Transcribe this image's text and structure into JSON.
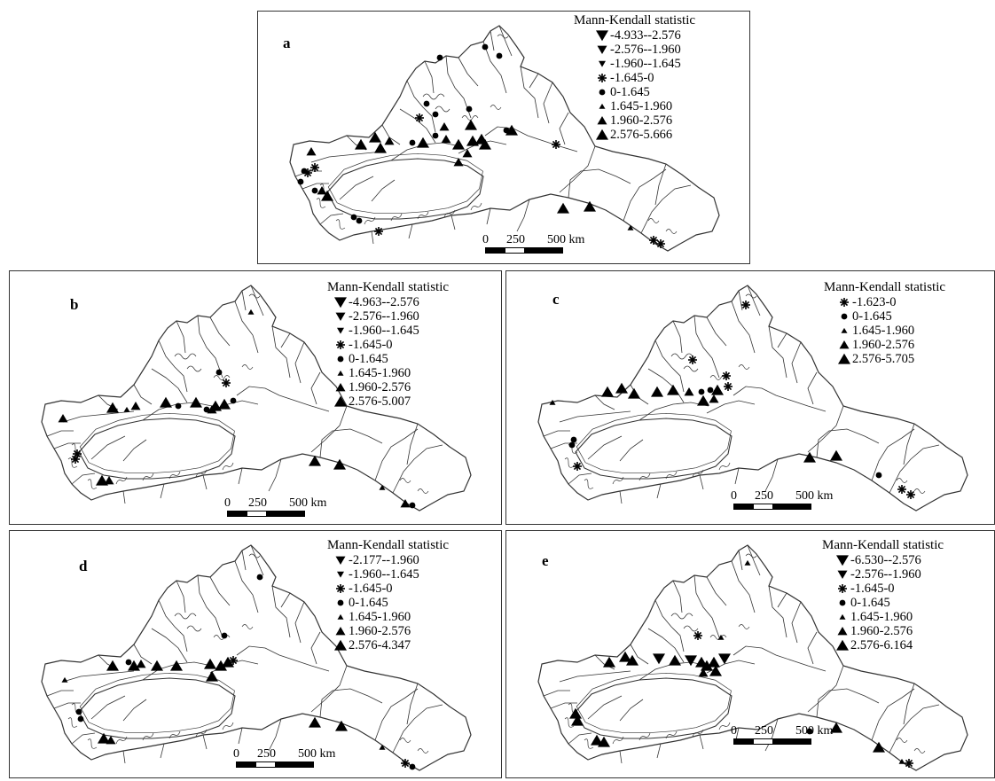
{
  "legend_title": "Mann-Kendall statistic",
  "scale": {
    "labels": [
      "0",
      "250",
      "500 km"
    ]
  },
  "symbols": {
    "down-large": "inverted triangle (large)",
    "down-medium": "inverted triangle (medium)",
    "down-small": "inverted triangle (small)",
    "asterisk": "asterisk",
    "dot": "filled circle",
    "up-small": "triangle (small)",
    "up-medium": "triangle (medium)",
    "up-large": "triangle (large)"
  },
  "panels": [
    {
      "id": "a",
      "letter": "a",
      "legend": [
        {
          "symbol": "down-large",
          "label": "-4.933--2.576"
        },
        {
          "symbol": "down-medium",
          "label": "-2.576--1.960"
        },
        {
          "symbol": "down-small",
          "label": "-1.960--1.645"
        },
        {
          "symbol": "asterisk",
          "label": "-1.645-0"
        },
        {
          "symbol": "dot",
          "label": "0-1.645"
        },
        {
          "symbol": "up-small",
          "label": "1.645-1.960"
        },
        {
          "symbol": "up-medium",
          "label": "1.960-2.576"
        },
        {
          "symbol": "up-large",
          "label": "2.576-5.666"
        }
      ]
    },
    {
      "id": "b",
      "letter": "b",
      "legend": [
        {
          "symbol": "down-large",
          "label": "-4.963--2.576"
        },
        {
          "symbol": "down-medium",
          "label": "-2.576--1.960"
        },
        {
          "symbol": "down-small",
          "label": "-1.960--1.645"
        },
        {
          "symbol": "asterisk",
          "label": "-1.645-0"
        },
        {
          "symbol": "dot",
          "label": "0-1.645"
        },
        {
          "symbol": "up-small",
          "label": "1.645-1.960"
        },
        {
          "symbol": "up-medium",
          "label": "1.960-2.576"
        },
        {
          "symbol": "up-large",
          "label": "2.576-5.007"
        }
      ]
    },
    {
      "id": "c",
      "letter": "c",
      "legend": [
        {
          "symbol": "asterisk",
          "label": "-1.623-0"
        },
        {
          "symbol": "dot",
          "label": "0-1.645"
        },
        {
          "symbol": "up-small",
          "label": "1.645-1.960"
        },
        {
          "symbol": "up-medium",
          "label": "1.960-2.576"
        },
        {
          "symbol": "up-large",
          "label": "2.576-5.705"
        }
      ]
    },
    {
      "id": "d",
      "letter": "d",
      "legend": [
        {
          "symbol": "down-medium",
          "label": "-2.177--1.960"
        },
        {
          "symbol": "down-small",
          "label": "-1.960--1.645"
        },
        {
          "symbol": "asterisk",
          "label": "-1.645-0"
        },
        {
          "symbol": "dot",
          "label": "0-1.645"
        },
        {
          "symbol": "up-small",
          "label": "1.645-1.960"
        },
        {
          "symbol": "up-medium",
          "label": "1.960-2.576"
        },
        {
          "symbol": "up-large",
          "label": "2.576-4.347"
        }
      ]
    },
    {
      "id": "e",
      "letter": "e",
      "legend": [
        {
          "symbol": "down-large",
          "label": "-6.530--2.576"
        },
        {
          "symbol": "down-medium",
          "label": "-2.576--1.960"
        },
        {
          "symbol": "asterisk",
          "label": "-1.645-0"
        },
        {
          "symbol": "dot",
          "label": "0-1.645"
        },
        {
          "symbol": "up-small",
          "label": "1.645-1.960"
        },
        {
          "symbol": "up-medium",
          "label": "1.960-2.576"
        },
        {
          "symbol": "up-large",
          "label": "2.576-6.164"
        }
      ]
    }
  ]
}
